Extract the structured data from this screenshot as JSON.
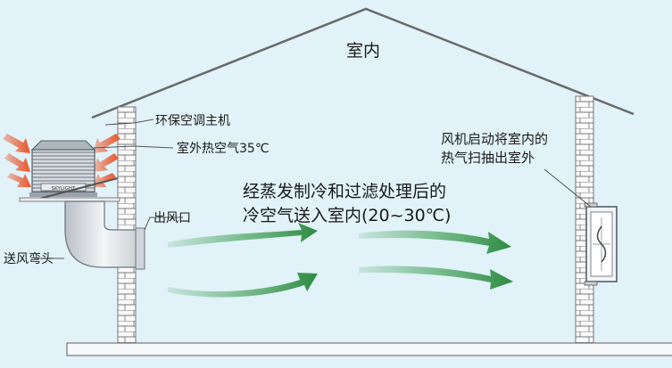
{
  "labels": {
    "indoor": "室内",
    "main_unit": "环保空调主机",
    "outdoor_hot_air": "室外热空气35℃",
    "outlet": "出风口",
    "elbow": "送风弯头",
    "fan_line1": "风机启动将室内的",
    "fan_line2": "热气扫抽出室外",
    "process_line1": "经蒸发制冷和过滤处理后的",
    "process_line2": "冷空气送入室内(20~30℃)",
    "unit_brand": "SKYLIGHT"
  },
  "colors": {
    "background": "#e1f2f8",
    "hot_air": "#e8552a",
    "cool_air": "#3a9a4e",
    "line": "#555555"
  },
  "icons": {
    "cool_air": "green-arrow",
    "hot_air": "orange-arrow",
    "unit": "evaporative-cooler",
    "fan": "exhaust-fan"
  }
}
